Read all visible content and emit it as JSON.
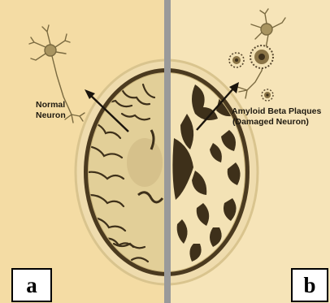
{
  "panels": [
    {
      "label": "a",
      "annotation_lines": [
        "Normal",
        "Neuron"
      ]
    },
    {
      "label": "b",
      "annotation_lines": [
        "Amyloid Beta Plaques",
        "(Damaged Neuron)"
      ]
    }
  ],
  "colors": {
    "background_left": "#f4dca4",
    "background_right": "#f6e4b8",
    "divider": "#9a9a9a",
    "skull": "#efdcae",
    "dura_outline": "#4b3a1f",
    "brain_tissue": "#e2cf98",
    "brain_tissue_damaged": "#f3e2b5",
    "sulci": "#3e301a",
    "neuron": "#7a6a40",
    "plaque": "#5a4a30",
    "arrow": "#1a140c"
  }
}
